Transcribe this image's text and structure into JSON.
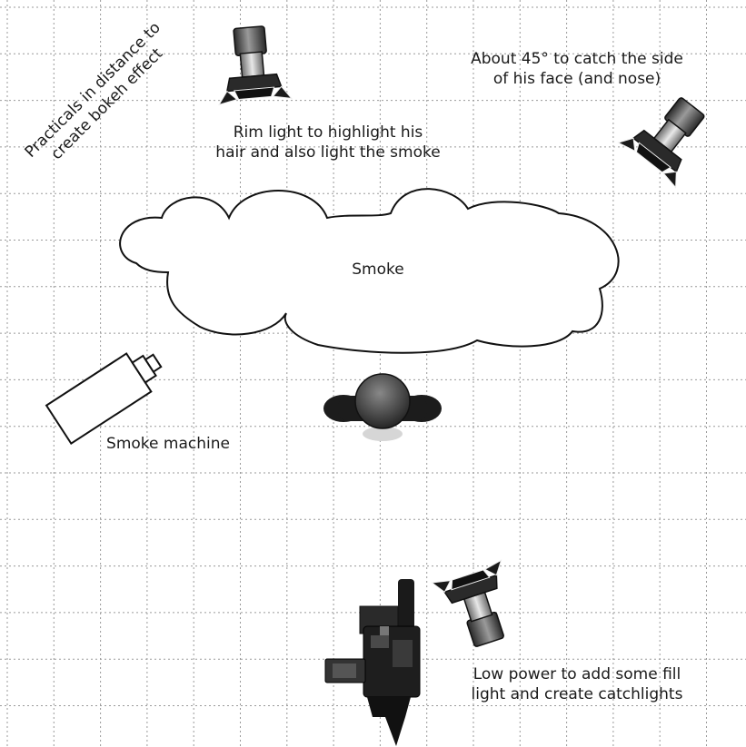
{
  "diagram": {
    "labels": {
      "practicals": [
        "Practicals in distance to",
        "create bokeh effect"
      ],
      "rim_light": [
        "Rim light to highlight his",
        "hair and also light the smoke"
      ],
      "key_light": [
        "About 45° to catch the side",
        "of his face (and nose)"
      ],
      "smoke": "Smoke",
      "smoke_machine": "Smoke machine",
      "fill_light": [
        "Low power to add some fill",
        "light and create catchlights"
      ]
    },
    "icons": [
      "rim-light-icon",
      "key-light-icon",
      "fill-light-icon",
      "subject-icon",
      "smoke-machine-icon",
      "camera-icon",
      "smoke-cloud-icon"
    ],
    "colors": {
      "grid": "#9a9a9a",
      "light_body": "#555555",
      "outline": "#111111"
    }
  }
}
